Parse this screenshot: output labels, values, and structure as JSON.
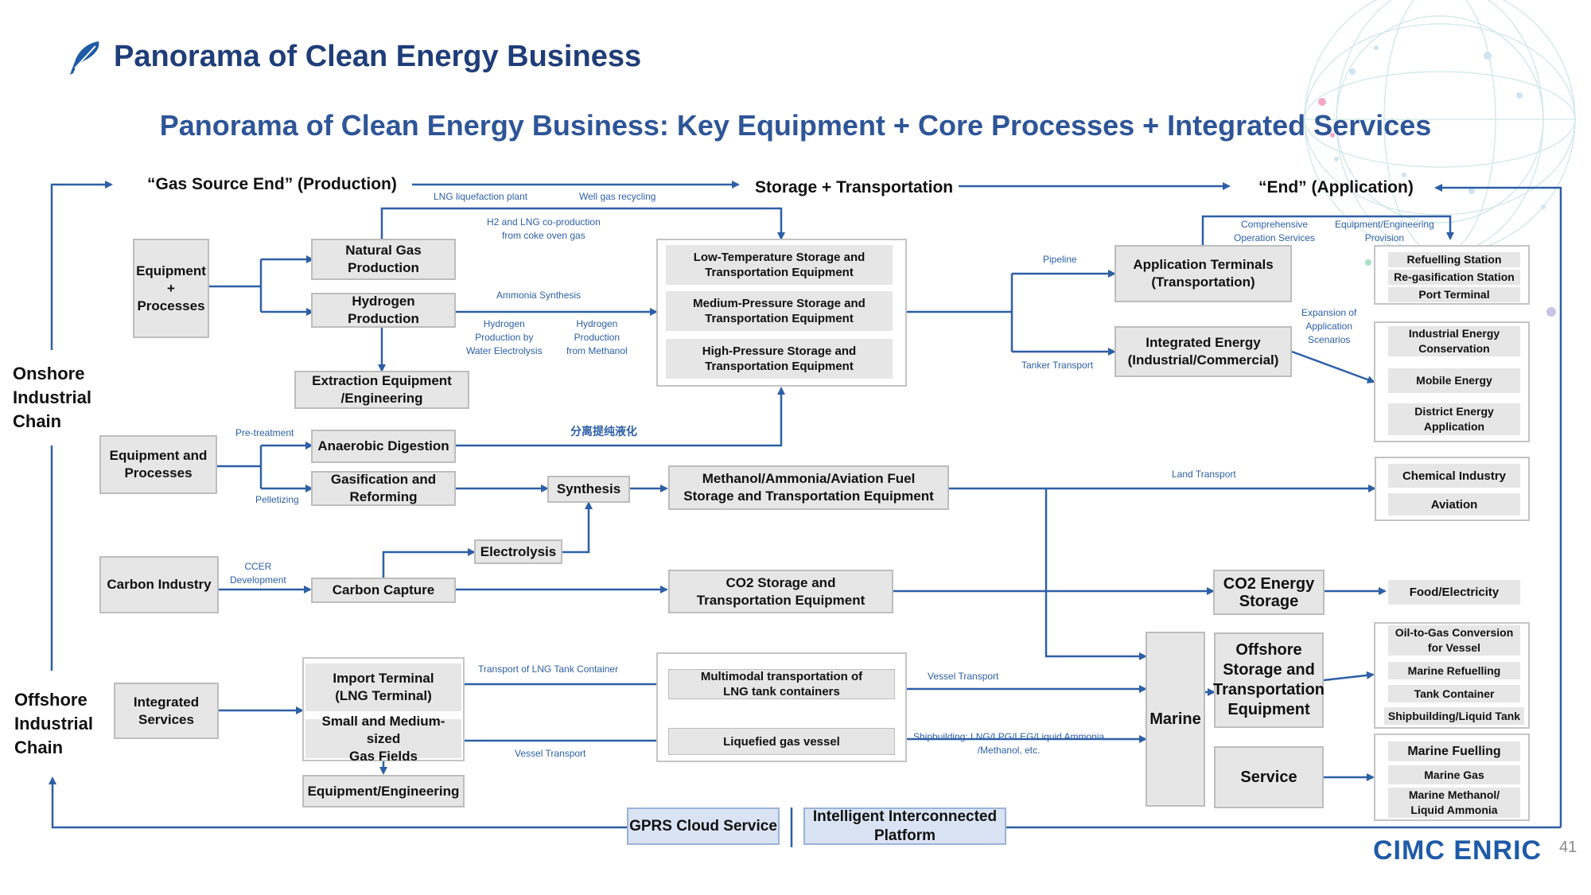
{
  "title": "Panorama of Clean Energy Business",
  "subtitle": "Panorama of Clean Energy Business: Key Equipment + Core Processes + Integrated Services",
  "headers": {
    "gas_source": "“Gas Source End” (Production)",
    "storage": "Storage + Transportation",
    "end": "“End” (Application)"
  },
  "side_labels": {
    "onshore": "Onshore\nIndustrial\nChain",
    "offshore": "Offshore\nIndustrial\nChain"
  },
  "boxes": {
    "equip_proc_1": "Equipment\n+\nProcesses",
    "natural_gas": "Natural Gas Production",
    "hydrogen": "Hydrogen Production",
    "extraction": "Extraction Equipment\n/Engineering",
    "equip_proc_2": "Equipment and\nProcesses",
    "anaerobic": "Anaerobic Digestion",
    "gasification": "Gasification and\nReforming",
    "synthesis": "Synthesis",
    "electrolysis": "Electrolysis",
    "carbon_industry": "Carbon Industry",
    "carbon_capture": "Carbon Capture",
    "integrated_services": "Integrated\nServices",
    "import_terminal": "Import Terminal\n(LNG Terminal)",
    "small_gas": "Small and Medium-sized\nGas Fields",
    "equip_eng": "Equipment/Engineering",
    "methanol_storage": "Methanol/Ammonia/Aviation Fuel\nStorage and Transportation Equipment",
    "co2_storage": "CO2 Storage and\nTransportation Equipment",
    "app_terminals": "Application Terminals\n(Transportation)",
    "integrated_energy": "Integrated Energy\n(Industrial/Commercial)",
    "co2_energy": "CO2 Energy\nStorage",
    "marine": "Marine",
    "offshore_storage": "Offshore\nStorage and\nTransportation\nEquipment",
    "service": "Service",
    "gprs": "GPRS  Cloud Service",
    "platform": "Intelligent Interconnected\nPlatform",
    "food": "Food/Electricity"
  },
  "groups": {
    "storage_types": [
      "Low-Temperature Storage and\nTransportation Equipment",
      "Medium-Pressure Storage and\nTransportation Equipment",
      "High-Pressure Storage and\nTransportation Equipment"
    ],
    "multimodal": [
      "Multimodal transportation of\nLNG tank containers",
      "Liquefied gas vessel"
    ],
    "stations": [
      "Refuelling Station",
      "Re-gasification Station",
      "Port Terminal"
    ],
    "energy_apps": [
      "Industrial Energy\nConservation",
      "Mobile Energy",
      "District Energy\nApplication"
    ],
    "chem": [
      "Chemical Industry",
      "Aviation"
    ],
    "offshore_apps": [
      "Oil-to-Gas Conversion\nfor Vessel",
      "Marine Refuelling",
      "Tank Container",
      "Shipbuilding/Liquid Tank"
    ],
    "marine_apps": [
      "Marine Fuelling",
      "Marine Gas",
      "Marine Methanol/\nLiquid Ammonia"
    ]
  },
  "labels": {
    "lng_liq": "LNG liquefaction plant",
    "well_gas": "Well gas recycling",
    "h2_lng": "H2 and LNG co-production\nfrom coke oven gas",
    "ammonia": "Ammonia Synthesis",
    "h2_water": "Hydrogen\nProduction by\nWater Electrolysis",
    "h2_meth": "Hydrogen\nProduction\nfrom Methanol",
    "pretreat": "Pre-treatment",
    "pelletizing": "Pelletizing",
    "separation": "分离提纯液化",
    "ccer": "CCER\nDevelopment",
    "lng_tank": "Transport  of LNG Tank Container",
    "vessel_tr1": "Vessel Transport",
    "vessel_tr2": "Vessel Transport",
    "shipbuilding": "Shipbuilding: LNG/LPG/LEG/Liquid Ammonia\n/Methanol, etc.",
    "pipeline": "Pipeline",
    "tanker": "Tanker Transport",
    "land": "Land Transport",
    "comp_ops": "Comprehensive\nOperation Services",
    "equip_prov": "Equipment/Engineering\nProvision",
    "expansion": "Expansion of\nApplication\nScenarios"
  },
  "logo": "CIMC ENRIC",
  "page_number": "41",
  "colors": {
    "accent": "#2e5fa6",
    "title": "#1f3d78",
    "box": "#e6e6e6"
  }
}
